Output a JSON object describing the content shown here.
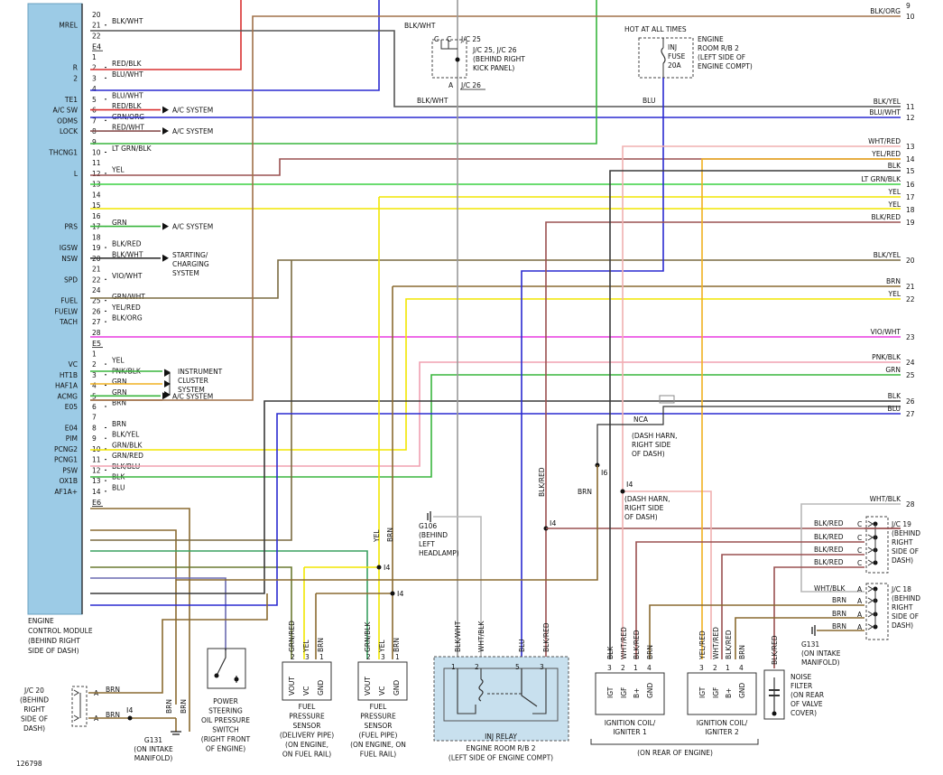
{
  "ecm": {
    "label": [
      "ENGINE",
      "CONTROL MODULE",
      "(BEHIND RIGHT",
      "SIDE OF DASH)"
    ],
    "pins": [
      {
        "n": "20",
        "color": "",
        "cc": "",
        "label": ""
      },
      {
        "n": "21",
        "color": "BLK/WHT",
        "cc": "#333333",
        "label": "MREL"
      },
      {
        "n": "22",
        "color": "",
        "cc": "",
        "label": ""
      },
      {
        "n": "E4",
        "color": "",
        "cc": "",
        "label": "",
        "conn": true
      },
      {
        "n": "1",
        "color": "",
        "cc": "",
        "label": ""
      },
      {
        "n": "2",
        "color": "RED/BLK",
        "cc": "#d93030",
        "label": "R"
      },
      {
        "n": "3",
        "color": "BLU/WHT",
        "cc": "#2a2ad0",
        "label": "2"
      },
      {
        "n": "4",
        "color": "",
        "cc": "",
        "label": ""
      },
      {
        "n": "5",
        "color": "BLU/WHT",
        "cc": "#2a2ad0",
        "label": "TE1"
      },
      {
        "n": "6",
        "color": "RED/BLK",
        "cc": "#d93030",
        "label": "A/C SW",
        "arrow": "A/C SYSTEM"
      },
      {
        "n": "7",
        "color": "GRN/ORG",
        "cc": "#39b53d",
        "label": "ODMS"
      },
      {
        "n": "8",
        "color": "RED/WHT",
        "cc": "#8a5050",
        "label": "LOCK",
        "arrow": "A/C SYSTEM"
      },
      {
        "n": "9",
        "color": "",
        "cc": "",
        "label": ""
      },
      {
        "n": "10",
        "color": "LT GRN/BLK",
        "cc": "#33c93a",
        "label": "THCNG1"
      },
      {
        "n": "11",
        "color": "",
        "cc": "",
        "label": ""
      },
      {
        "n": "12",
        "color": "YEL",
        "cc": "#f2e600",
        "label": "L"
      },
      {
        "n": "13",
        "color": "",
        "cc": "",
        "label": ""
      },
      {
        "n": "14",
        "color": "",
        "cc": "",
        "label": ""
      },
      {
        "n": "15",
        "color": "",
        "cc": "",
        "label": ""
      },
      {
        "n": "16",
        "color": "",
        "cc": "",
        "label": ""
      },
      {
        "n": "17",
        "color": "GRN",
        "cc": "#39b53d",
        "label": "PRS",
        "arrow": "A/C SYSTEM"
      },
      {
        "n": "18",
        "color": "",
        "cc": "",
        "label": ""
      },
      {
        "n": "19",
        "color": "BLK/RED",
        "cc": "#8a5050",
        "label": "IGSW"
      },
      {
        "n": "20",
        "color": "BLK/WHT",
        "cc": "#333333",
        "label": "NSW",
        "arrow": "STARTING/ CHARGING SYSTEM"
      },
      {
        "n": "21",
        "color": "",
        "cc": "",
        "label": ""
      },
      {
        "n": "22",
        "color": "VIO/WHT",
        "cc": "#e83ae0",
        "label": "SPD"
      },
      {
        "n": "24",
        "color": "",
        "cc": "",
        "label": ""
      },
      {
        "n": "25",
        "color": "GRN/WHT",
        "cc": "#39b53d",
        "label": "FUEL"
      },
      {
        "n": "26",
        "color": "YEL/RED",
        "cc": "#f0a020",
        "label": "FUELW"
      },
      {
        "n": "27",
        "color": "BLK/ORG",
        "cc": "#a07040",
        "label": "TACH"
      },
      {
        "n": "28",
        "color": "",
        "cc": "",
        "label": ""
      },
      {
        "n": "E5",
        "color": "",
        "cc": "",
        "label": "",
        "conn": true
      },
      {
        "n": "1",
        "color": "",
        "cc": "",
        "label": ""
      },
      {
        "n": "2",
        "color": "YEL",
        "cc": "#f2e600",
        "label": "VC"
      },
      {
        "n": "3",
        "color": "PNK/BLK",
        "cc": "#d88a9a",
        "label": "HT1B"
      },
      {
        "n": "4",
        "color": "GRN",
        "cc": "#39b53d",
        "label": "HAF1A"
      },
      {
        "n": "5",
        "color": "GRN",
        "cc": "#39b53d",
        "label": "ACMG",
        "arrow": "A/C SYSTEM"
      },
      {
        "n": "6",
        "color": "BRN",
        "cc": "#8a6a30",
        "label": "E05"
      },
      {
        "n": "7",
        "color": "",
        "cc": "",
        "label": ""
      },
      {
        "n": "8",
        "color": "BRN",
        "cc": "#8a6a30",
        "label": "E04"
      },
      {
        "n": "9",
        "color": "BLK/YEL",
        "cc": "#555555",
        "label": "PIM"
      },
      {
        "n": "10",
        "color": "GRN/BLK",
        "cc": "#39a060",
        "label": "PCNG2"
      },
      {
        "n": "11",
        "color": "GRN/RED",
        "cc": "#6a7a30",
        "label": "PCNG1"
      },
      {
        "n": "12",
        "color": "BLK/BLU",
        "cc": "#6060a0",
        "label": "PSW"
      },
      {
        "n": "13",
        "color": "BLK",
        "cc": "#333333",
        "label": "OX1B"
      },
      {
        "n": "14",
        "color": "BLU",
        "cc": "#2a2ad0",
        "label": "AF1A+"
      },
      {
        "n": "E6",
        "color": "",
        "cc": "",
        "label": "",
        "conn": true
      }
    ],
    "instrument_cluster": [
      "INSTRUMENT",
      "CLUSTER",
      "SYSTEM"
    ]
  },
  "right_wires": [
    {
      "n": "9",
      "color": ""
    },
    {
      "n": "10",
      "color": "BLK/ORG"
    },
    {
      "n": "11",
      "color": "BLK/YEL"
    },
    {
      "n": "12",
      "color": "BLU/WHT"
    },
    {
      "n": "13",
      "color": "WHT/RED"
    },
    {
      "n": "14",
      "color": "YEL/RED"
    },
    {
      "n": "15",
      "color": "BLK"
    },
    {
      "n": "16",
      "color": "LT GRN/BLK"
    },
    {
      "n": "17",
      "color": "YEL"
    },
    {
      "n": "18",
      "color": "YEL"
    },
    {
      "n": "19",
      "color": "BLK/RED"
    },
    {
      "n": "20",
      "color": "BLK/YEL"
    },
    {
      "n": "21",
      "color": "BRN"
    },
    {
      "n": "22",
      "color": "YEL"
    },
    {
      "n": "23",
      "color": "VIO/WHT"
    },
    {
      "n": "24",
      "color": "PNK/BLK"
    },
    {
      "n": "25",
      "color": "GRN"
    },
    {
      "n": "26",
      "color": "BLK"
    },
    {
      "n": "27",
      "color": "BLU"
    },
    {
      "n": "28",
      "color": "WHT/BLK"
    }
  ],
  "jc25": {
    "pins_top": [
      "C",
      "C"
    ],
    "label": [
      "J/C 25, J/C 26",
      "(BEHIND RIGHT",
      "KICK PANEL)"
    ],
    "top_ref": "J/C 25",
    "bottom_pin": "A",
    "bottom_ref": "J/C 26",
    "wire_in": "BLK/WHT",
    "wire_out": "BLK/WHT"
  },
  "fuse": {
    "hot": "HOT AT ALL TIMES",
    "name": [
      "INJ",
      "FUSE",
      "20A"
    ],
    "location": [
      "ENGINE",
      "ROOM R/B 2",
      "(LEFT SIDE OF",
      "ENGINE COMPT)"
    ],
    "wire": "BLU"
  },
  "nca": {
    "label": "NCA",
    "splice": "I6",
    "note": [
      "(DASH HARN,",
      "RIGHT SIDE",
      "OF DASH)"
    ],
    "wire": "BRN"
  },
  "i4_note": {
    "splice": "I4",
    "note": [
      "(DASH HARN,",
      "RIGHT SIDE",
      "OF DASH)"
    ]
  },
  "splices": [
    "I4",
    "I4",
    "I4",
    "I4"
  ],
  "g106": {
    "name": "G106",
    "note": [
      "(BEHIND",
      "LEFT",
      "HEADLAMP)"
    ]
  },
  "g131_top": {
    "name": "G131",
    "note": [
      "(ON INTAKE",
      "MANIFOLD)"
    ]
  },
  "g131_bottom": {
    "name": "G131",
    "note": [
      "(ON INTAKE",
      "MANIFOLD)"
    ]
  },
  "jc20": {
    "label": [
      "J/C 20",
      "(BEHIND",
      "RIGHT",
      "SIDE OF",
      "DASH)"
    ],
    "pins": [
      "A",
      "A"
    ],
    "wires": [
      "BRN",
      "BRN"
    ],
    "splice": "I4",
    "down_wires": [
      "BRN",
      "BRN"
    ]
  },
  "jc19": {
    "label": [
      "J/C 19",
      "(BEHIND",
      "RIGHT",
      "SIDE OF",
      "DASH)"
    ],
    "rows": [
      {
        "c": "BLK/RED",
        "p": "C"
      },
      {
        "c": "BLK/RED",
        "p": "C"
      },
      {
        "c": "BLK/RED",
        "p": "C"
      },
      {
        "c": "BLK/RED",
        "p": "C"
      }
    ]
  },
  "jc18": {
    "label": [
      "J/C 18",
      "(BEHIND",
      "RIGHT",
      "SIDE OF",
      "DASH)"
    ],
    "rows": [
      {
        "c": "WHT/BLK",
        "p": "A"
      },
      {
        "c": "BRN",
        "p": "A"
      },
      {
        "c": "BRN",
        "p": "A"
      },
      {
        "c": "BRN",
        "p": "A"
      }
    ]
  },
  "ps_switch": {
    "label": [
      "POWER",
      "STEERING",
      "OIL PRESSURE",
      "SWITCH",
      "(RIGHT FRONT",
      "OF ENGINE)"
    ]
  },
  "sensor1": {
    "pins": [
      "VOUT",
      "VC",
      "GND"
    ],
    "nums": [
      "2",
      "3",
      "1"
    ],
    "wires": [
      "GRN/RED",
      "YEL",
      "BRN"
    ],
    "label": [
      "FUEL",
      "PRESSURE",
      "SENSOR",
      "(DELIVERY PIPE)",
      "(ON ENGINE,",
      "ON FUEL RAIL)"
    ]
  },
  "sensor2": {
    "pins": [
      "VOUT",
      "VC",
      "GND"
    ],
    "nums": [
      "2",
      "3",
      "1"
    ],
    "wires": [
      "GRN/BLK",
      "YEL",
      "BRN"
    ],
    "label": [
      "FUEL",
      "PRESSURE",
      "SENSOR",
      "(FUEL PIPE)",
      "(ON ENGINE, ON",
      "FUEL RAIL)"
    ]
  },
  "relay": {
    "name": "INJ RELAY",
    "nums": [
      "1",
      "2",
      "5",
      "3"
    ],
    "wires": [
      "BLK/WHT",
      "WHT/BLK",
      "BLU",
      "BLK/RED"
    ],
    "location": [
      "ENGINE ROOM R/B 2",
      "(LEFT SIDE OF ENGINE COMPT)"
    ]
  },
  "coil1": {
    "pins": [
      "IGT",
      "IGF",
      "B+",
      "GND"
    ],
    "nums": [
      "3",
      "2",
      "1",
      "4"
    ],
    "wires": [
      "BLK",
      "WHT/RED",
      "BLK/RED",
      "BRN"
    ],
    "label": [
      "IGNITION COIL/",
      "IGNITER 1"
    ]
  },
  "coil2": {
    "pins": [
      "IGT",
      "IGF",
      "B+",
      "GND"
    ],
    "nums": [
      "3",
      "2",
      "1",
      "4"
    ],
    "wires": [
      "YEL/RED",
      "WHT/RED",
      "BLK/RED",
      "BRN"
    ],
    "label": [
      "IGNITION COIL/",
      "IGNITER 2"
    ]
  },
  "coils_note": "(ON REAR OF ENGINE)",
  "noise_filter": {
    "wire": "BLK/RED",
    "label": [
      "NOISE",
      "FILTER",
      "(ON REAR",
      "OF VALVE",
      "COVER)"
    ]
  },
  "blk_red_vertical": "BLK/RED",
  "ps_wires": [
    "BRN",
    "BRN"
  ],
  "diagram_id": "126798"
}
